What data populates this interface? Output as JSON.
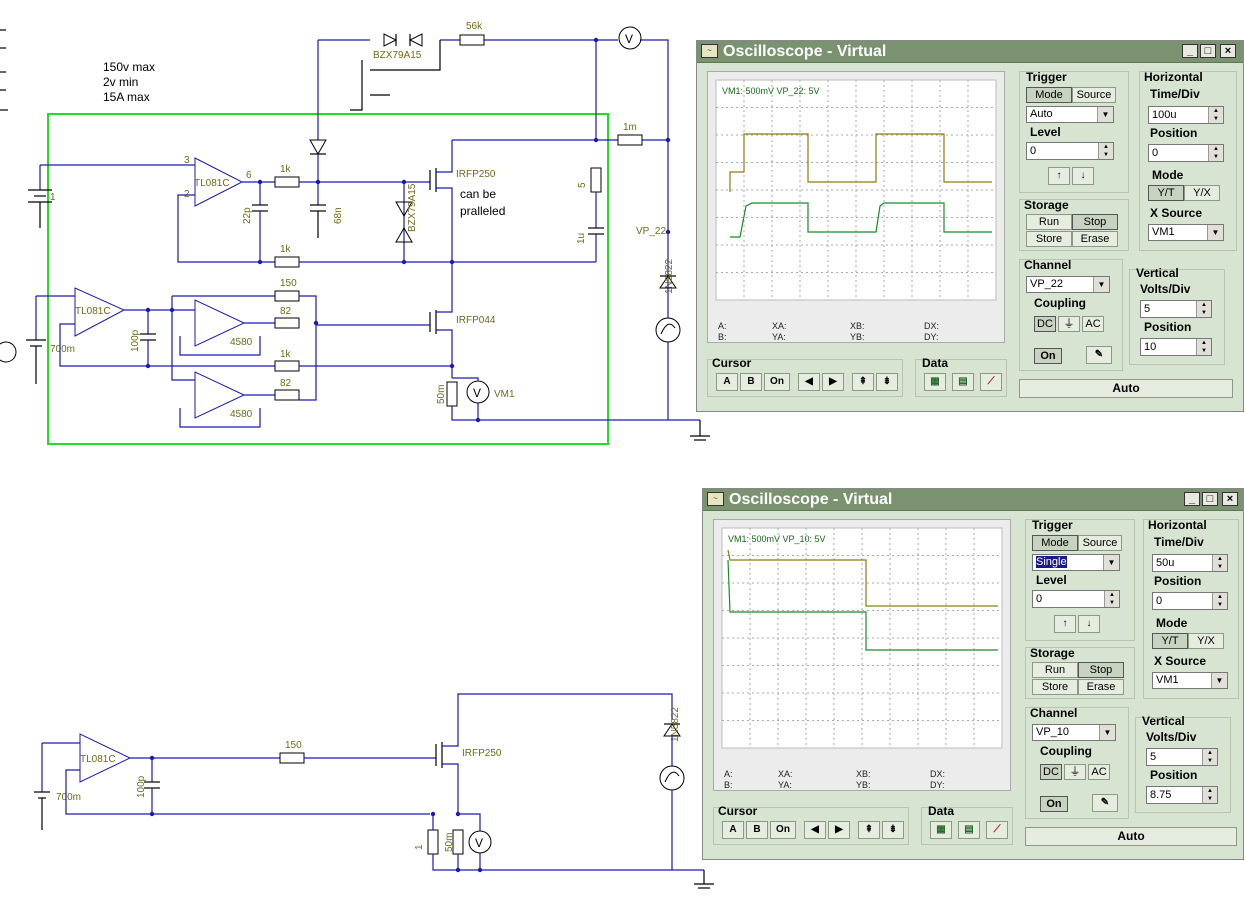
{
  "schematic": {
    "notes": [
      "150v max",
      "2v min",
      "15A max"
    ],
    "note_parallel": [
      "can be",
      "pralleled"
    ],
    "top": {
      "r_56k": "56k",
      "zener_pair": "BZX79A15",
      "r_1m": "1m",
      "opamp1": "TL081C",
      "opamp2": "TL081C",
      "buf1": "4580",
      "buf2": "4580",
      "r_1k_a": "1k",
      "r_1k_b": "1k",
      "r_1k_c": "1k",
      "c_22p": "22p",
      "c_68n": "68n",
      "zener_gate": "BZX79A15",
      "mosfet1": "IRFP250",
      "mosfet2": "IRFP044",
      "r_5": "5",
      "c_1u": "1u",
      "probe": "VP_22",
      "diode": "1N5822",
      "r_150": "150",
      "r_82a": "82",
      "r_82b": "82",
      "c_100p": "100p",
      "r_50m": "50m",
      "meter": "VM1",
      "src_v": "700m",
      "batt_v": "1",
      "pin3": "3",
      "pin2": "2",
      "pin6": "6"
    },
    "bottom": {
      "opamp": "TL081C",
      "c_100p": "100p",
      "r_150": "150",
      "mosfet": "IRFP250",
      "diode": "1N5822",
      "r_1": "1",
      "r_50m": "50m",
      "src_v": "700m"
    }
  },
  "osc1": {
    "title": "Oscilloscope - Virtual",
    "screen_caption": "VM1: 500mV   VP_22: 5V",
    "trigger": {
      "label": "Trigger",
      "mode": "Mode",
      "source": "Source",
      "selected": "Auto",
      "level_label": "Level",
      "level": "0"
    },
    "horizontal": {
      "label": "Horizontal",
      "time_div_label": "Time/Div",
      "time_div": "100u",
      "position_label": "Position",
      "position": "0",
      "mode_label": "Mode",
      "yt": "Y/T",
      "yx": "Y/X",
      "xsource_label": "X Source",
      "xsource": "VM1"
    },
    "storage": {
      "label": "Storage",
      "run": "Run",
      "stop": "Stop",
      "store": "Store",
      "erase": "Erase"
    },
    "channel": {
      "label": "Channel",
      "selected": "VP_22",
      "coupling_label": "Coupling",
      "dc": "DC",
      "gnd": "⏚",
      "ac": "AC",
      "on": "On"
    },
    "vertical": {
      "label": "Vertical",
      "volts_div_label": "Volts/Div",
      "volts_div": "5",
      "position_label": "Position",
      "position": "10"
    },
    "cursor": {
      "label": "Cursor",
      "a": "A",
      "b": "B",
      "on": "On",
      "left": "◀",
      "right": "▶",
      "up": "⇞",
      "down": "⇟"
    },
    "data_label": "Data",
    "auto": "Auto",
    "readouts": {
      "a": "A:",
      "b": "B:",
      "xa": "XA:",
      "ya": "YA:",
      "xb": "XB:",
      "yb": "YB:",
      "dx": "DX:",
      "dy": "DY:"
    }
  },
  "osc2": {
    "title": "Oscilloscope - Virtual",
    "screen_caption": "VM1: 500mV   VP_10: 5V",
    "trigger": {
      "label": "Trigger",
      "mode": "Mode",
      "source": "Source",
      "selected": "Single",
      "level_label": "Level",
      "level": "0"
    },
    "horizontal": {
      "label": "Horizontal",
      "time_div_label": "Time/Div",
      "time_div": "50u",
      "position_label": "Position",
      "position": "0",
      "mode_label": "Mode",
      "yt": "Y/T",
      "yx": "Y/X",
      "xsource_label": "X Source",
      "xsource": "VM1"
    },
    "storage": {
      "label": "Storage",
      "run": "Run",
      "stop": "Stop",
      "store": "Store",
      "erase": "Erase"
    },
    "channel": {
      "label": "Channel",
      "selected": "VP_10",
      "coupling_label": "Coupling",
      "dc": "DC",
      "gnd": "⏚",
      "ac": "AC",
      "on": "On"
    },
    "vertical": {
      "label": "Vertical",
      "volts_div_label": "Volts/Div",
      "volts_div": "5",
      "position_label": "Position",
      "position": "8.75"
    },
    "cursor": {
      "label": "Cursor",
      "a": "A",
      "b": "B",
      "on": "On",
      "left": "◀",
      "right": "▶",
      "up": "⇞",
      "down": "⇟"
    },
    "data_label": "Data",
    "auto": "Auto",
    "readouts": {
      "a": "A:",
      "b": "B:",
      "xa": "XA:",
      "ya": "YA:",
      "xb": "XB:",
      "yb": "YB:",
      "dx": "DX:",
      "dy": "DY:"
    }
  },
  "colors": {
    "trace_yellow": "#8c7a10",
    "trace_green": "#1a8a2a",
    "wire": "#1a1ab0",
    "selection_box": "#22dd22",
    "titlebar": "#7a9270"
  }
}
